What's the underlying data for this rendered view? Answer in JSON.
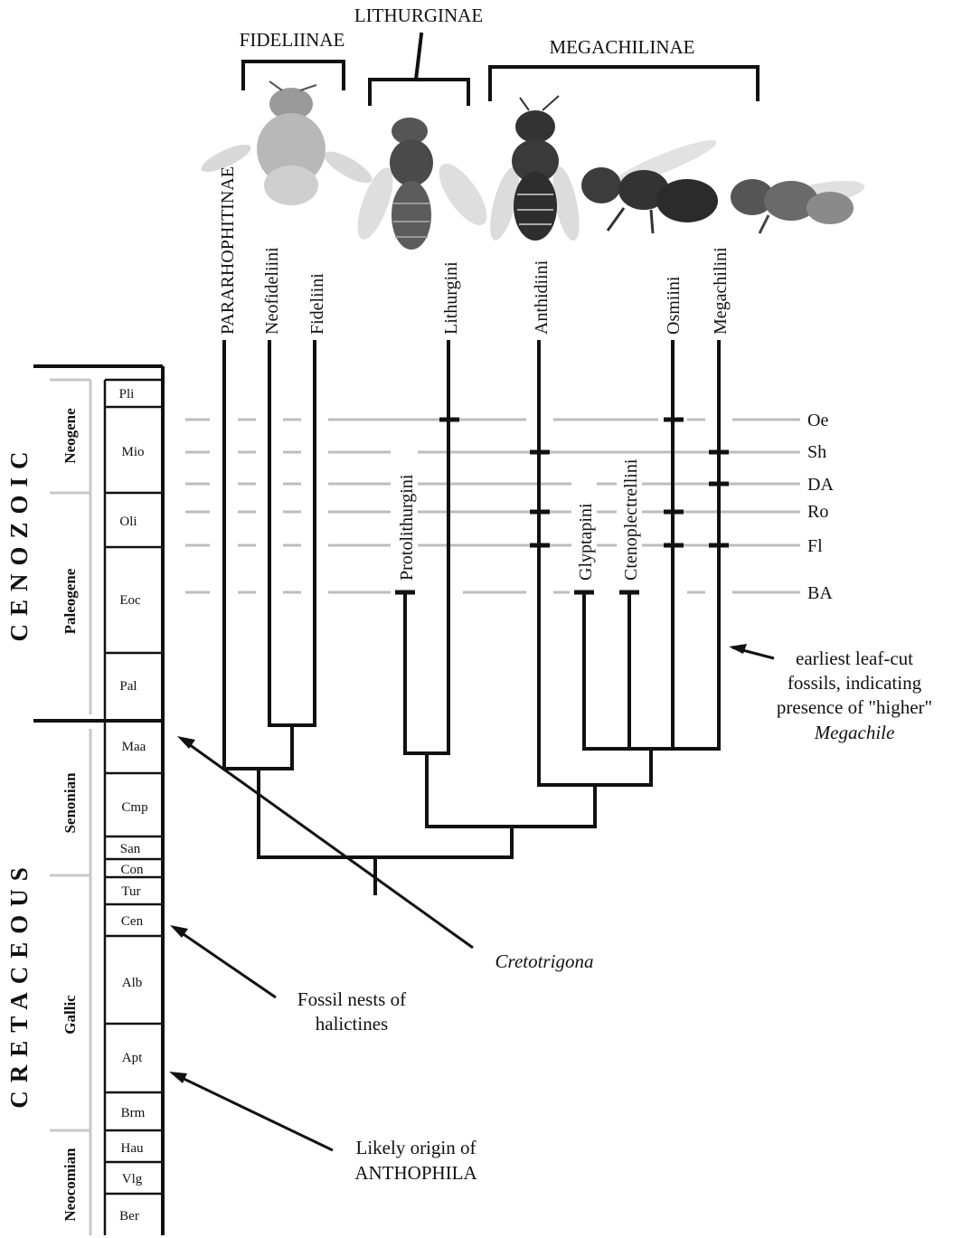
{
  "subfamilies": [
    "FIDELIINAE",
    "LITHURGINAE",
    "MEGACHILINAE"
  ],
  "eras": [
    "CENOZOIC",
    "CRETACEOUS"
  ],
  "periods": [
    "Neogene",
    "Paleogene",
    "Senonian",
    "Gallic",
    "Neocomian"
  ],
  "stages": [
    "Pli",
    "Mio",
    "Oli",
    "Eoc",
    "Pal",
    "Maa",
    "Cmp",
    "San",
    "Con",
    "Tur",
    "Cen",
    "Alb",
    "Apt",
    "Brm",
    "Hau",
    "Vlg",
    "Ber"
  ],
  "taxa_top": [
    "PARARHOPHITINAE",
    "Neofideliini",
    "Fideliini",
    "Lithurgini",
    "Anthidiini",
    "Osmiini",
    "Megachilini"
  ],
  "taxa_fossil": [
    "Protolithurgini",
    "Glyptapini",
    "Ctenoplectrellini"
  ],
  "deposits": [
    "Oe",
    "Sh",
    "DA",
    "Ro",
    "Fl",
    "BA"
  ],
  "annotations": {
    "leafcut": [
      "earliest leaf-cut",
      "fossils, indicating",
      "presence of \"higher\"",
      "Megachile"
    ],
    "cretotrigona": "Cretotrigona",
    "nests": [
      "Fossil nests of",
      "halictines"
    ],
    "origin": [
      "Likely origin of",
      "ANTHOPHILA"
    ]
  }
}
